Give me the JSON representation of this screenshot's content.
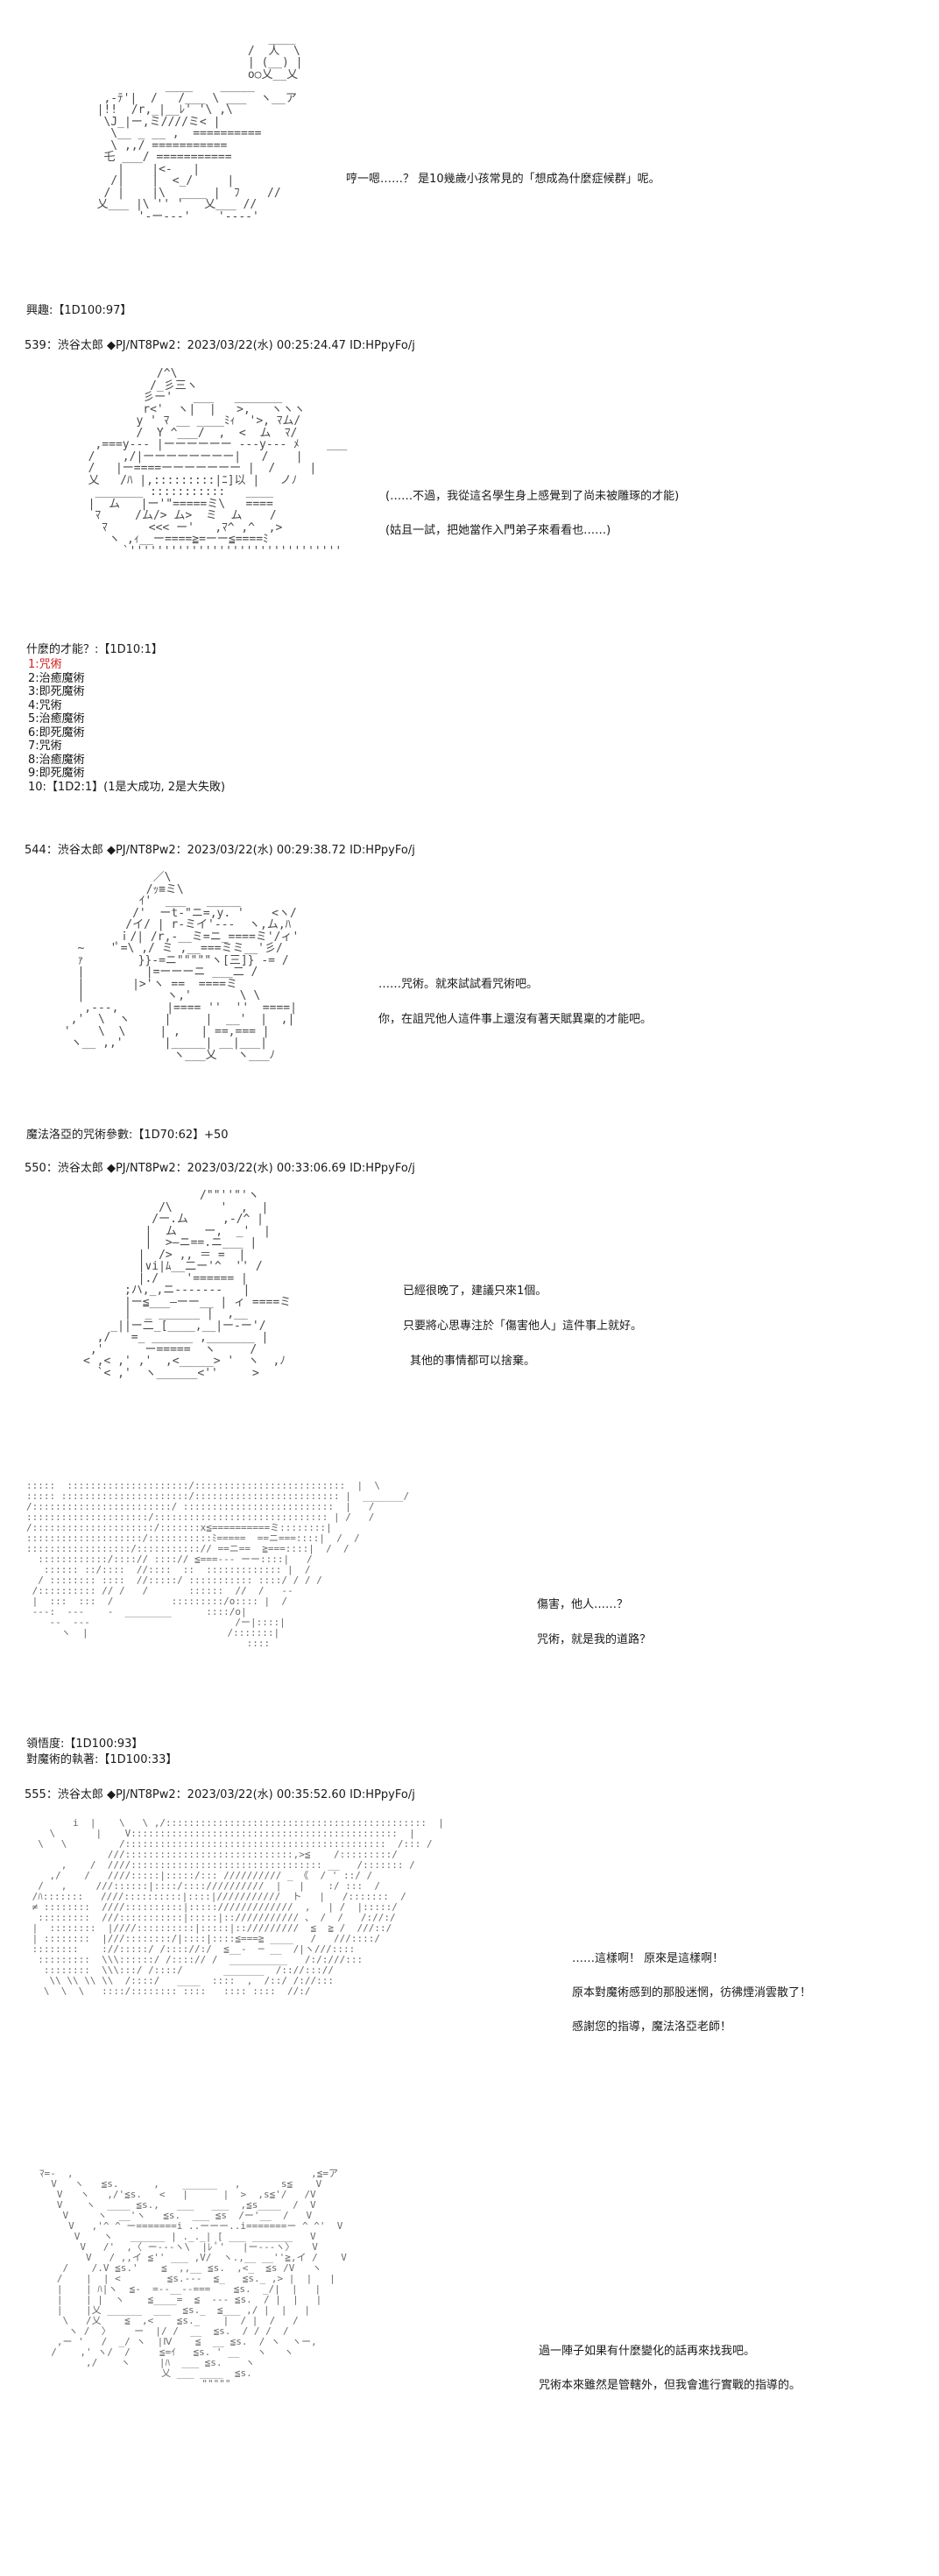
{
  "colors": {
    "text": "#1a1a1a",
    "art": "#4a4a4a",
    "highlight": "#d42020"
  },
  "panel1": {
    "art": "                           ____\n                        /  人  \\\n                        | (__) |\n                        o○乂__乂\n            ____    _____\n   ,-ﾃ'|  /   /___ \\ ___  ヽ__ア\n  |!!  /r,_|__ﾚ' '\\ ,\\\n   \\J_|ー,ミ////ミ< |\n    \\__ _ __ ,  ==========\n    \\ ,,/ ===========\n   乇 ___/ ===========\n     |    |<-   |\n    /|    |  <_/     |\n   / |    |\\  ____ |  ﾌ    //\n  乂___ |\\ '' '   乂___ //\n        '-ー---'    '‐---'",
    "speech": "哼一嗯……？ 是10幾歲小孩常見的「想成為什麼症候群」呢。",
    "roll": "興趣:【1D100:97】"
  },
  "post539": {
    "header": "539：渋谷太郎 ◆PJ/NT8Pw2：2023/03/22(水) 00:25:24.47 ID:HPpyFo/j",
    "art": "            /^\\\n           /_彡三ヽ\n          彡ー'   ___   _______\n          r<'  ヽ|  |   >,   ヽヽヽ\n         y ' ﾏ __ ____ﾐｨ  '>, ﾏム/\n         /  Y ^___/  ,  <  ム  ﾏ/\n   ,===y--- |ーーーーーー ---y--- ﾒ    ___\n  /    ,/|ーーーーーーーー|   /    |\n  /   |ー====ーーーーーーー |  /     |\n  乂   /ﾊ |,:::::::::|ﾆ]以 |   ノﾉ\n   _______ :::::::::::   ____\n  |  ム   |ー'\"=====ミ\\   ====\n   ﾏ     /ム/> ム>  ミ  ム    /\n    ﾏ      <<< ー'   ,ﾏ^ ,^  ,>\n     ヽ ,ｨ__ー====≧=ーー≦====ﾐ\n       `'''''''''''''''''''''''''''''''",
    "speech1": "(……不過，我從這名學生身上感覺到了尚未被雕琢的才能)",
    "speech2": "(姑且一試，把她當作入門弟子來看看也……)",
    "list_title": "什麼的才能？:【1D10:1】",
    "list": [
      "1:咒術",
      "2:治癒魔術",
      "3:即死魔術",
      "4:咒術",
      "5:治癒魔術",
      "6:即死魔術",
      "7:咒術",
      "8:治癒魔術",
      "9:即死魔術",
      "10:【1D2:1】(1是大成功, 2是大失敗)"
    ]
  },
  "post544": {
    "header": "544：渋谷太郎 ◆PJ/NT8Pw2：2023/03/22(水) 00:29:38.72 ID:HPpyFo/j",
    "art": "              ／\\\n             /ｯ≡ミ\\\n            ｲ'  ___   _____\n           /'  ーt-\"ニ=,y. '    <ヽ/\n          /イ/ | r-ミイ'---  ヽ,ム,ﾊ\n         ｉ/| /r,-__ミ=ニ_====ミ'/ィ'\n   ~    'ﾟ=\\ ,/ ミ ,__===ミミ__'彡/\n   ｧ        }}-=ニ\"\"\"\"\"ヽ[三]} -= /\n   |         |=ーーーニ ___二 /\n   |       |>'ヽ ==  ====ミ\n   |            ヽ,'       \\ \\\n    ,---,       |==== ''  ''  ====|\n  ,'  \\  ヽ     |     |  __'  |  ,|\n '    \\  \\     | ,   | ==,=== |\n  ヽ__ ,,'      |_____| __|___|\n                 ヽ___乂   ヽ___ﾉ",
    "speech1": "……咒術。就來試試看咒術吧。",
    "speech2": "你，在詛咒他人這件事上還沒有著天賦異稟的才能吧。",
    "roll": "魔法洛亞的咒術參數:【1D70:62】+50"
  },
  "post550": {
    "header": "550：渋谷太郎 ◆PJ/NT8Pw2：2023/03/22(水) 00:33:06.69 ID:HPpyFo/j",
    "art": "                 /\"\"''\"'ヽ\n           /\\       '  ,  |\n          /ー.ム     ,-/^ |\n         |  ム    ー,  _'  |\n         |  >―ニ==.ニ___ |\n        |  /> ,, ＝ =  |\n        |∨i|ﾑ__二ー'^  '' /\n        |./    '====== |\n      ;ハ,_,ニ-------   |\n      |ー≦___―ーー__ | ィ ====ミ\n      |  _ ______ |  ,__\n    _||ー二_[____,__|ー-ー'/\n  ,/   =_ ______ ,_______ |\n ,'      ー=====  ヽ     /\n< ,< ,' ,'  ,<_____> '  ヽ  ,ﾉ\n  `< ,'  ヽ______<''     >",
    "speech1": "已經很晚了，建議只來1個。",
    "speech2": "只要將心思專注於「傷害他人」這件事上就好。",
    "speech3": "其他的事情都可以捨棄。"
  },
  "panel_dark": {
    "art": ":::::  :::::::::::::::::::::/::::::::::::::::::::::::::  |  \\\n::::: ::::::::::::::::::::::/::::::::::::::::::::::::: |  _______/\n/::::::::::::::::::::::::/ ::::::::::::::::::::::::::  |   /\n:::::::::::::::::::::/:::::::::::::::::::::::::::::: | /   /\n/:::::::::::::::::::::/:::::::x≦==========ミ::::::::|\n::::::::::::::::::::/:::::::::::ﾐ=====  ==ニ===::::|  /  /\n::::::::::::::::::/:::::::::::// ==ニ==  ≧===::::|  /  /\n  ::::::::::::/::::// ::::// ≦===--- ーー::::|   /\n   :::::: ::/::::  //::::  ::  ::::::::::::: |  /\n  / :::::::: ::::  //:::::/ ::::::::::: ::::/ / / /\n /:::::::::: // /   /       ::::::  //  /   --\n |  :::  :::  /          :::::::::/o:::: |  /\n ---:  ---    -  ________      ::::/o|\n    --  ---                         /ー|::::|\n      ヽ  |                        /:::::::|\n                                      ::::",
    "speech1": "傷害，他人……？",
    "speech2": "咒術，就是我的道路？",
    "roll1": "領悟度:【1D100:93】",
    "roll2": "對魔術的執著:【1D100:33】"
  },
  "post555": {
    "header": "555：渋谷太郎 ◆PJ/NT8Pw2：2023/03/22(水) 00:35:52.60 ID:HPpyFo/j",
    "art": "        i  |    \\   \\ ,/:::::::::::::::::::::::::::::::::::::::::::::  |\n    \\       |    V::::::::::::::::::::::::::::::::::::::::::::::  |\n  \\   \\         /:::::::::::::::::::::::::::::::::::::::::::::  /::: /\n              ///:::::::::::::::::::::::::::::,>≦    /:::::::::/\n      ,    /  ////::::::::::::::::::::::::::::::::: __   /::::::: /\n    ,/    /   ////:::::|:::::/::: ////////// _ 《  / ' ::/ /\n  /   ,     ///::::::|::::/:::://////////  |   |    :/ :::  /\n /ﾊ:::::::   ////::::::::::|::::|///////////  ト   |   /:::::::  /\n ≠ ::::::::  ////::::::::::|::::://///////////  ,   | /  |:::::/\n  :::::::::  ///:::::::::::|:::::|:://///////// 、 /  /   /://:/\n |  ::::::::  |////::::::::::|:::::|:://///////  ≦  ≧ /  ///::/\n | ::::::::  |///::::::::/|::::|::::≦===≧ ____   /   ///::::/\n ::::::::    ://:::::/ /:::://:/  ≦__-  ─ __  /|ヽ///::::\n  :::::::::  \\\\\\::::::/ /::::// /  __________   /:/:///:::\n   ::::::::  \\\\\\:::/ /::::/       _______  /:://::://\n    \\\\ \\\\ \\\\ \\\\  /::::/   ____  ::::  ,  /::/ /://:::\n   \\  \\  \\   ::::/:::::::: ::::   :::: ::::  //:/",
    "speech1": "……這樣啊！ 原來是這樣啊！",
    "speech2": "原本對魔術感到的那股迷惘，彷彿煙消雲散了！",
    "speech3": "感謝您的指導，魔法洛亞老師！"
  },
  "panel_last": {
    "art": "ﾏ=-  ,                                         ,≦=ア\n  V   ヽ   ≦s.      ,    ______   ,       s≦    V\n   V   ヽ   ,/'≦s.   <   |      |  >  ,s≦'/   /V\n   V    ヽ  ____ ≦s.,   ___   ___  ,≦s____  /  V\n    V     ヽ  __'ヽ   ≦s.  ___ ≦s  /ー'__  /   V\n     V   ,'^ ^ ー=======i ..ーーー..i=======ー ^ ^'  V\n      V    ヽ   ______ | ._._| [ ___ _______   V\n       V   /'  ,〈 ー---ヽ\\  |ﾚ ﾟ'   |ー---ヽ〉   V\n        V   / ,,イ ≦'' ___ ,V/  ヽ.,__ __''≧,イ /    V\n    /    /.V ≦s.'    ≦  ,,__ ≦s.  ,<_  ≦s /V   ヽ\n   /    |  | <        ≦s.---  ≦_   ≦s._ ,> |  |   |\n   |    | ﾊ|ヽ  ≦-  =--__--===    ≦s.  _/|  |   |\n   |    | |  ヽ    ≦____=  ≦  --- ≦s.  / |  |   |\n   |    |乂 ______  ___  ≦s._  ≦___ ,/ |  |   |\n    \\   /乂    ≦  ,<    ≦s._    |  / |  /   /\n     ヽ /  〉    ー  |/ /  __  ≦s.  / / /  /\n   ,ー '   /  _/ ヽ  |Ⅳ    ≦  __ ≦s.  / ヽ  ヽー,\n  /    ,' ヽ/  /     ≦=ｲ   ≦s. ' __   ヽ   ヽ\n        ,/    ヽ     |ﾊ  ___ ≦s.    ヽ\n                     乂 ___ ____  ≦s.\n                            \"\"\"\"\"",
    "speech1": "過一陣子如果有什麼變化的話再來找我吧。",
    "speech2": "咒術本來雖然是管轄外，但我會進行實戰的指導的。"
  }
}
